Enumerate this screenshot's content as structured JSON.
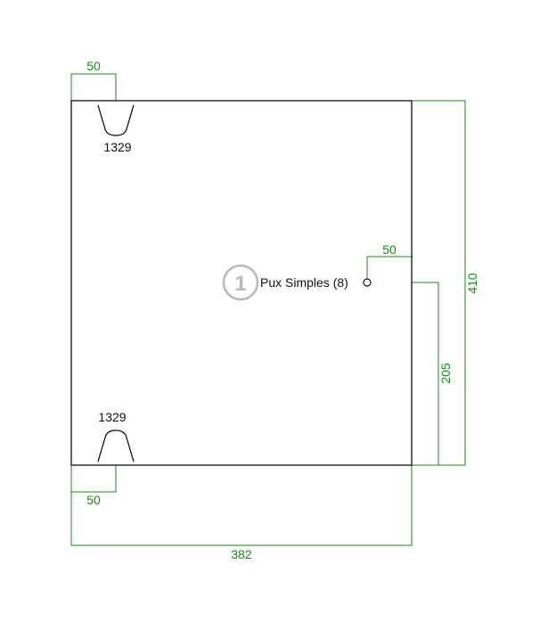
{
  "colors": {
    "dimension": "#1a8a1a",
    "outline": "#111111",
    "badge": "#b9b9b9"
  },
  "dimensions": {
    "top_slot_offset": "50",
    "bottom_slot_offset": "50",
    "hole_offset": "50",
    "hole_height": "205",
    "total_height": "410",
    "total_width": "382"
  },
  "slots": {
    "top_label": "1329",
    "bottom_label": "1329"
  },
  "hole": {
    "badge_number": "1",
    "label": "Pux Simples (8)"
  }
}
